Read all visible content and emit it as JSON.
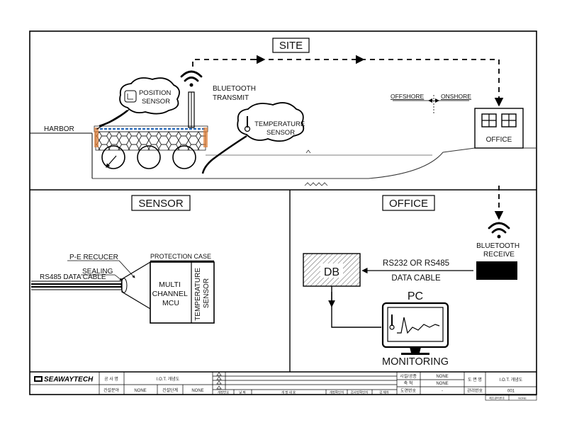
{
  "sections": {
    "site": "SITE",
    "sensor": "SENSOR",
    "office": "OFFICE"
  },
  "site": {
    "harbor": "HARBOR",
    "position_sensor": [
      "POSITION",
      "SENSOR"
    ],
    "bluetooth_transmit": [
      "BLUETOOTH",
      "TRANSMIT"
    ],
    "temperature_sensor": [
      "TEMPERATURE",
      "SENSOR"
    ],
    "offshore": "OFFSHORE",
    "onshore": "ONSHORE",
    "office": "OFFICE"
  },
  "sensor": {
    "pe_reducer": "P-E RECUCER",
    "protection_case": "PROTECTION CASE",
    "sealing": "SEALING",
    "rs485": "RS485 DATA CABLE",
    "mcu": [
      "MULTI",
      "CHANNEL",
      "MCU"
    ],
    "temp_sensor": [
      "TEMPERATURE",
      "SENSOR"
    ]
  },
  "office": {
    "bluetooth_receive": [
      "BLUETOOTH",
      "RECEIVE"
    ],
    "db": "DB",
    "cable_top": "RS232 OR RS485",
    "cable_bottom": "DATA CABLE",
    "pc": "PC",
    "monitoring": "MONITORING"
  },
  "titleblock": {
    "logo": "SEAWAYTECH",
    "project_label": "공 사 명",
    "project_value": "I.O.T. 개념도",
    "field_label": "건설분야",
    "field_value": "NONE",
    "stage_label": "건설단계",
    "stage_value": "NONE",
    "rev_headers": [
      "개정번호",
      "날 짜",
      "개 정 내 용",
      "개정확인자",
      "검사방확인자",
      "검 재자"
    ],
    "scale_rows": [
      {
        "label": "시설/공종",
        "value": "NONE"
      },
      {
        "label": "축 척",
        "value": "NONE"
      },
      {
        "label": "도면번호",
        "value": "-"
      }
    ],
    "drawing_name_label": "도 면 명",
    "drawing_name_value": "I.O.T. 개념도",
    "manage_label": "관리번호",
    "manage_value": "001",
    "footer_label": "제조관리번호",
    "footer_value": "NONE"
  }
}
